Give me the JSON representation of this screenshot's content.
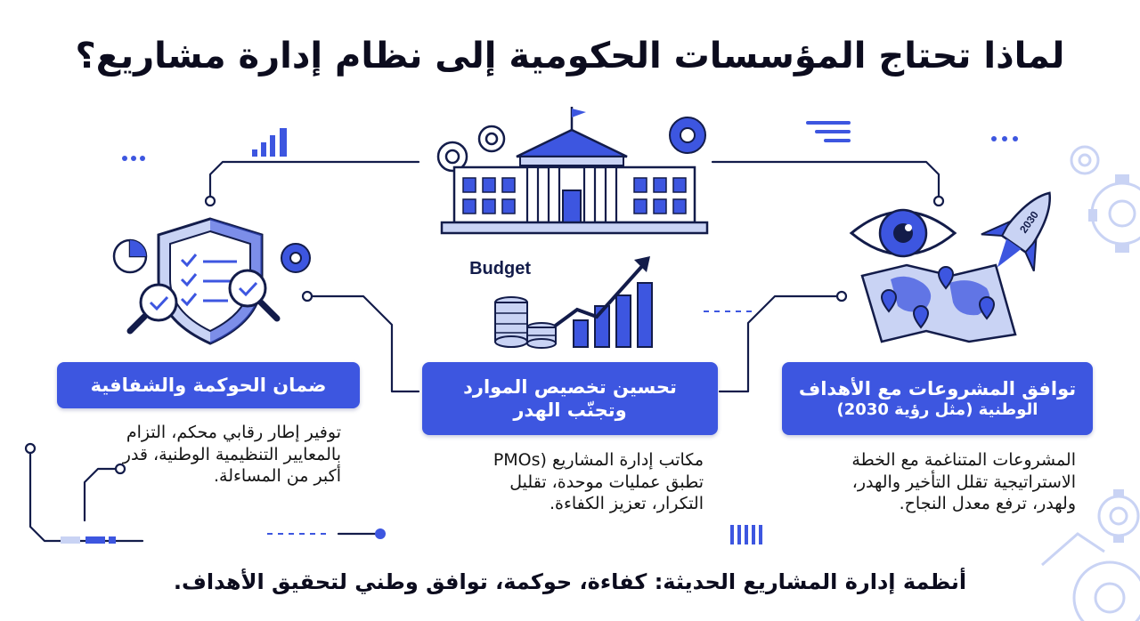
{
  "title": "لماذا تحتاج المؤسسات الحكومية إلى نظام إدارة مشاريع؟",
  "budget_label": "Budget",
  "rocket_label": "2030",
  "cards": [
    {
      "heading": [
        "توافق المشروعات مع الأهداف",
        "الوطنية (مثل رؤية 2030)"
      ],
      "lines": [
        "المشروعات المتناغمة مع الخطة",
        "الاستراتيجية تقلل التأخير والهدر،",
        "ولهدر، ترفع معدل النجاح."
      ]
    },
    {
      "heading": [
        "تحسين تخصيص الموارد",
        "وتجنّب الهدر"
      ],
      "lines": [
        "مكاتب إدارة المشاريع (PMOs",
        "تطبق عمليات موحدة، تقليل",
        "التكرار، تعزيز الكفاءة."
      ]
    },
    {
      "heading": [
        "ضمان الحوكمة والشفافية"
      ],
      "lines": [
        "توفير إطار رقابي محكم،  التزام",
        "بالمعايير التنظيمية الوطنية، قدر",
        "أكبر من المساءلة."
      ]
    }
  ],
  "footer": "أنظمة إدارة المشاريع الحديثة: كفاءة، حوكمة، توافق وطني لتحقيق الأهداف.",
  "colors": {
    "accent": "#3d56e0",
    "dark": "#131c4a",
    "light": "#c9d3f4"
  }
}
